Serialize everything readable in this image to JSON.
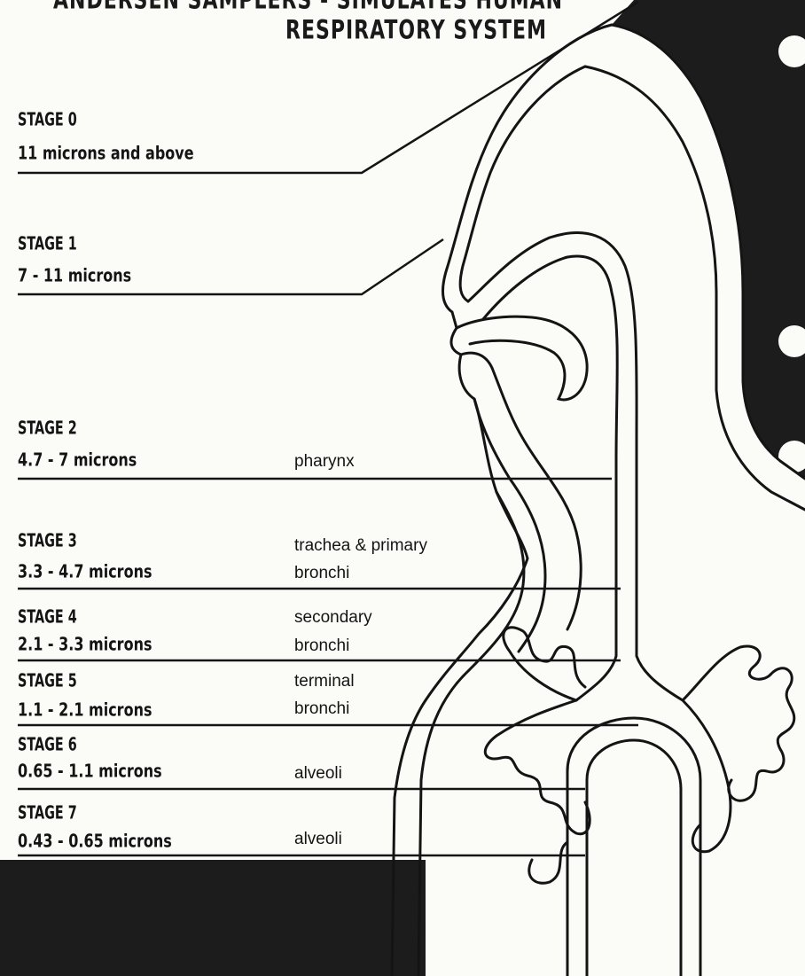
{
  "title": {
    "line1": "ANDERSEN SAMPLERS - SIMULATES HUMAN",
    "line2": "RESPIRATORY SYSTEM"
  },
  "stages": [
    {
      "stage": "STAGE 0",
      "range": "11 microns and above",
      "region": ""
    },
    {
      "stage": "STAGE 1",
      "range": "7 - 11 microns",
      "region": ""
    },
    {
      "stage": "STAGE 2",
      "range": "4.7 - 7 microns",
      "region": "pharynx"
    },
    {
      "stage": "STAGE 3",
      "range": "3.3 - 4.7 microns",
      "region_line1": "trachea & primary",
      "region_line2": "bronchi"
    },
    {
      "stage": "STAGE 4",
      "range": "2.1 - 3.3 microns",
      "region_line1": "secondary",
      "region_line2": "bronchi"
    },
    {
      "stage": "STAGE 5",
      "range": "1.1 - 2.1 microns",
      "region_line1": "terminal",
      "region_line2": "bronchi"
    },
    {
      "stage": "STAGE 6",
      "range": "0.65 - 1.1 microns",
      "region": "alveoli"
    },
    {
      "stage": "STAGE 7",
      "range": "0.43 - 0.65 microns",
      "region": "alveoli"
    }
  ],
  "colors": {
    "ink": "#141414",
    "paper": "#fbfbf8",
    "dark_fill": "#1c1c1c"
  }
}
